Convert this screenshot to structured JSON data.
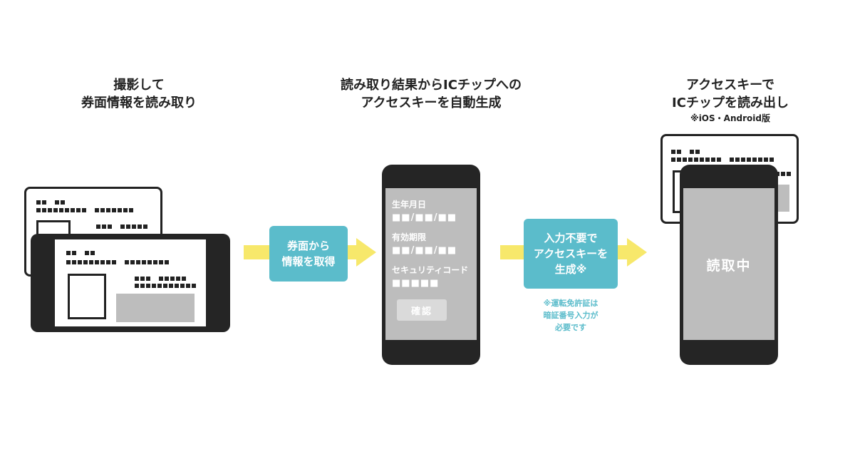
{
  "steps": [
    {
      "heading_lines": [
        "撮影して",
        "券面情報を読み取り"
      ]
    },
    {
      "heading_lines": [
        "読み取り結果からICチップへの",
        "アクセスキーを自動生成"
      ]
    },
    {
      "heading_lines": [
        "アクセスキーで",
        "ICチップを読み出し"
      ],
      "note": "※iOS・Android版"
    }
  ],
  "flow_boxes": [
    {
      "lines": [
        "券面から",
        "情報を取得"
      ]
    },
    {
      "lines": [
        "入力不要で",
        "アクセスキーを",
        "生成※"
      ]
    }
  ],
  "flow_note_lines": [
    "※運転免許証は",
    "暗証番号入力が",
    "必要です"
  ],
  "form": {
    "birth_label": "生年月日",
    "birth_value": "■■/■■/■■",
    "expiry_label": "有効期限",
    "expiry_value": "■■/■■/■■",
    "security_label": "セキュリティコード",
    "security_value": "■■■■■",
    "confirm_label": "確認"
  },
  "reader_status": "読取中",
  "colors": {
    "arrow": "#f7e86b",
    "accent_teal": "#5bbccb",
    "device_dark": "#252525",
    "placeholder_gray": "#bdbdbd"
  }
}
